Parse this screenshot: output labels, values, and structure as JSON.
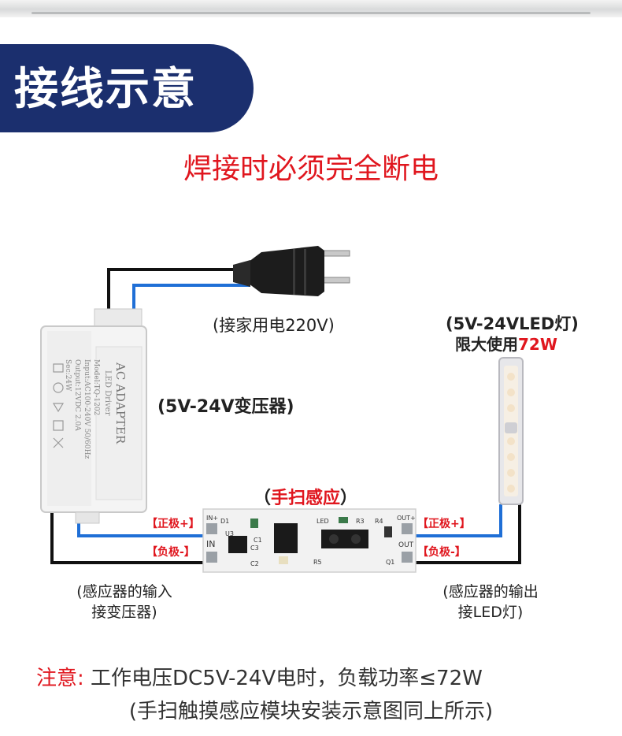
{
  "header": {
    "title": "接线示意",
    "warning": "焊接时必须完全断电"
  },
  "plug": {
    "label": "(接家用电220V)"
  },
  "transformer": {
    "label": "(5V-24V变压器)",
    "printed_text": [
      "AC ADAPTER",
      "LED Driver",
      "Model:TQ-1202",
      "Input:AC100-240V 50/60Hz",
      "Output:12VDC 2.0A",
      "Sec:24W"
    ]
  },
  "led_light": {
    "label": "(5V-24VLED灯)",
    "limit_prefix": "限大使用",
    "limit_value": "72W"
  },
  "sensor": {
    "label_open": "（",
    "label_text": "手扫感应",
    "label_close": "）",
    "board_marks": [
      "IN+",
      "D1",
      "C1",
      "C3",
      "U3",
      "IN",
      "C2",
      "LED",
      "R3",
      "R4",
      "R5",
      "OUT+",
      "OUT",
      "Q1"
    ],
    "tags": {
      "in_positive": "【正极+】",
      "in_negative": "【负极-】",
      "out_positive": "【正极+】",
      "out_negative": "【负极-】"
    }
  },
  "captions": {
    "input_line1": "(感应器的输入",
    "input_line2": "接变压器)",
    "output_line1": "(感应器的输出",
    "output_line2": "接LED灯)"
  },
  "note": {
    "head": "注意:",
    "body": " 工作电压DC5V-24V电时，负载功率≤72W",
    "line2": "(手扫触摸感应模块安装示意图同上所示)"
  },
  "colors": {
    "banner": "#1b2f6e",
    "accent_red": "#e0161e",
    "wire_blue": "#1f6fd6",
    "wire_black": "#111111",
    "board": "#f2f2f2"
  },
  "icons": [
    "plug-icon",
    "transformer-icon",
    "led-bar-icon",
    "sensor-board-icon"
  ]
}
